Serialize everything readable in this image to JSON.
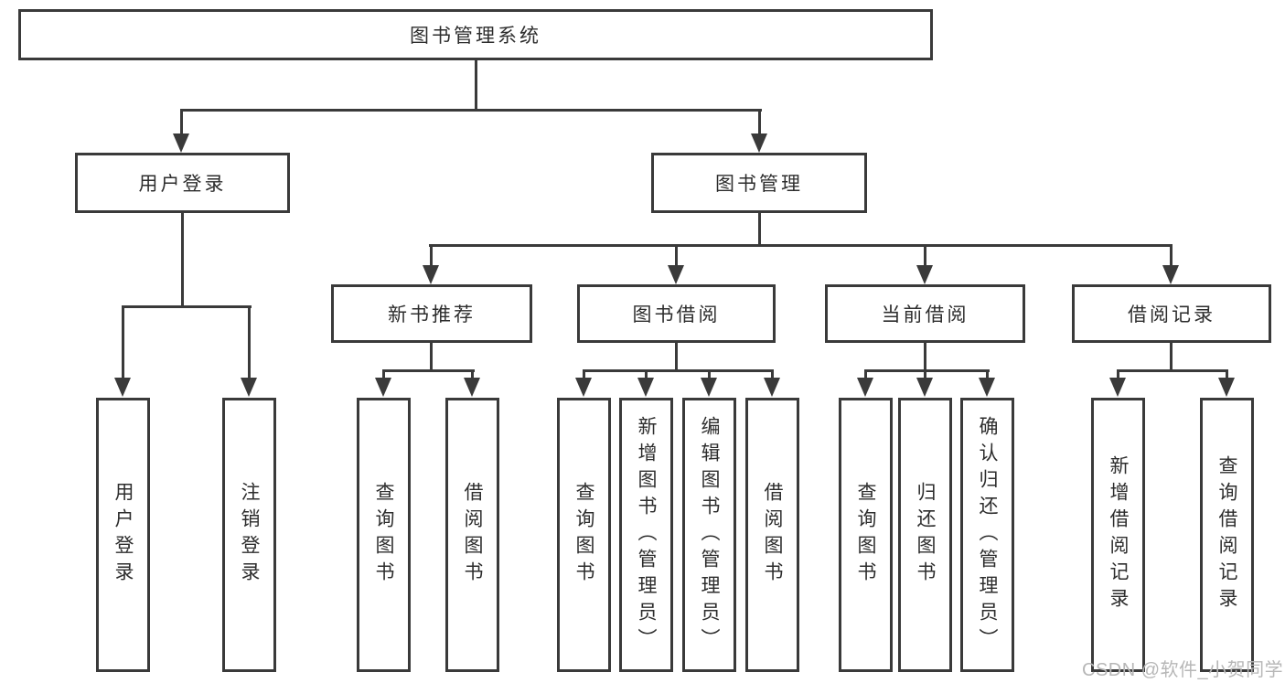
{
  "diagram": {
    "type": "tree-flowchart",
    "root": {
      "label": "图书管理系统"
    },
    "level2": [
      {
        "label": "用户登录"
      },
      {
        "label": "图书管理"
      }
    ],
    "level3": [
      {
        "label": "新书推荐"
      },
      {
        "label": "图书借阅"
      },
      {
        "label": "当前借阅"
      },
      {
        "label": "借阅记录"
      }
    ],
    "leaves": {
      "user_login": [
        {
          "label": "用户登录"
        },
        {
          "label": "注销登录"
        }
      ],
      "new_book_recommend": [
        {
          "label": "查询图书"
        },
        {
          "label": "借阅图书"
        }
      ],
      "book_borrowing": [
        {
          "label": "查询图书"
        },
        {
          "label": "新增图书（管理员）"
        },
        {
          "label": "编辑图书（管理员）"
        },
        {
          "label": "借阅图书"
        }
      ],
      "current_borrowing": [
        {
          "label": "查询图书"
        },
        {
          "label": "归还图书"
        },
        {
          "label": "确认归还（管理员）"
        }
      ],
      "borrowing_records": [
        {
          "label": "新增借阅记录"
        },
        {
          "label": "查询借阅记录"
        }
      ]
    },
    "watermark": "CSDN @软件_小贺同学",
    "colors": {
      "line": "#3a3a3a",
      "border": "#3a3a3a",
      "text": "#2d2d2d",
      "watermark": "#b7b7b7",
      "background": "#ffffff"
    }
  }
}
